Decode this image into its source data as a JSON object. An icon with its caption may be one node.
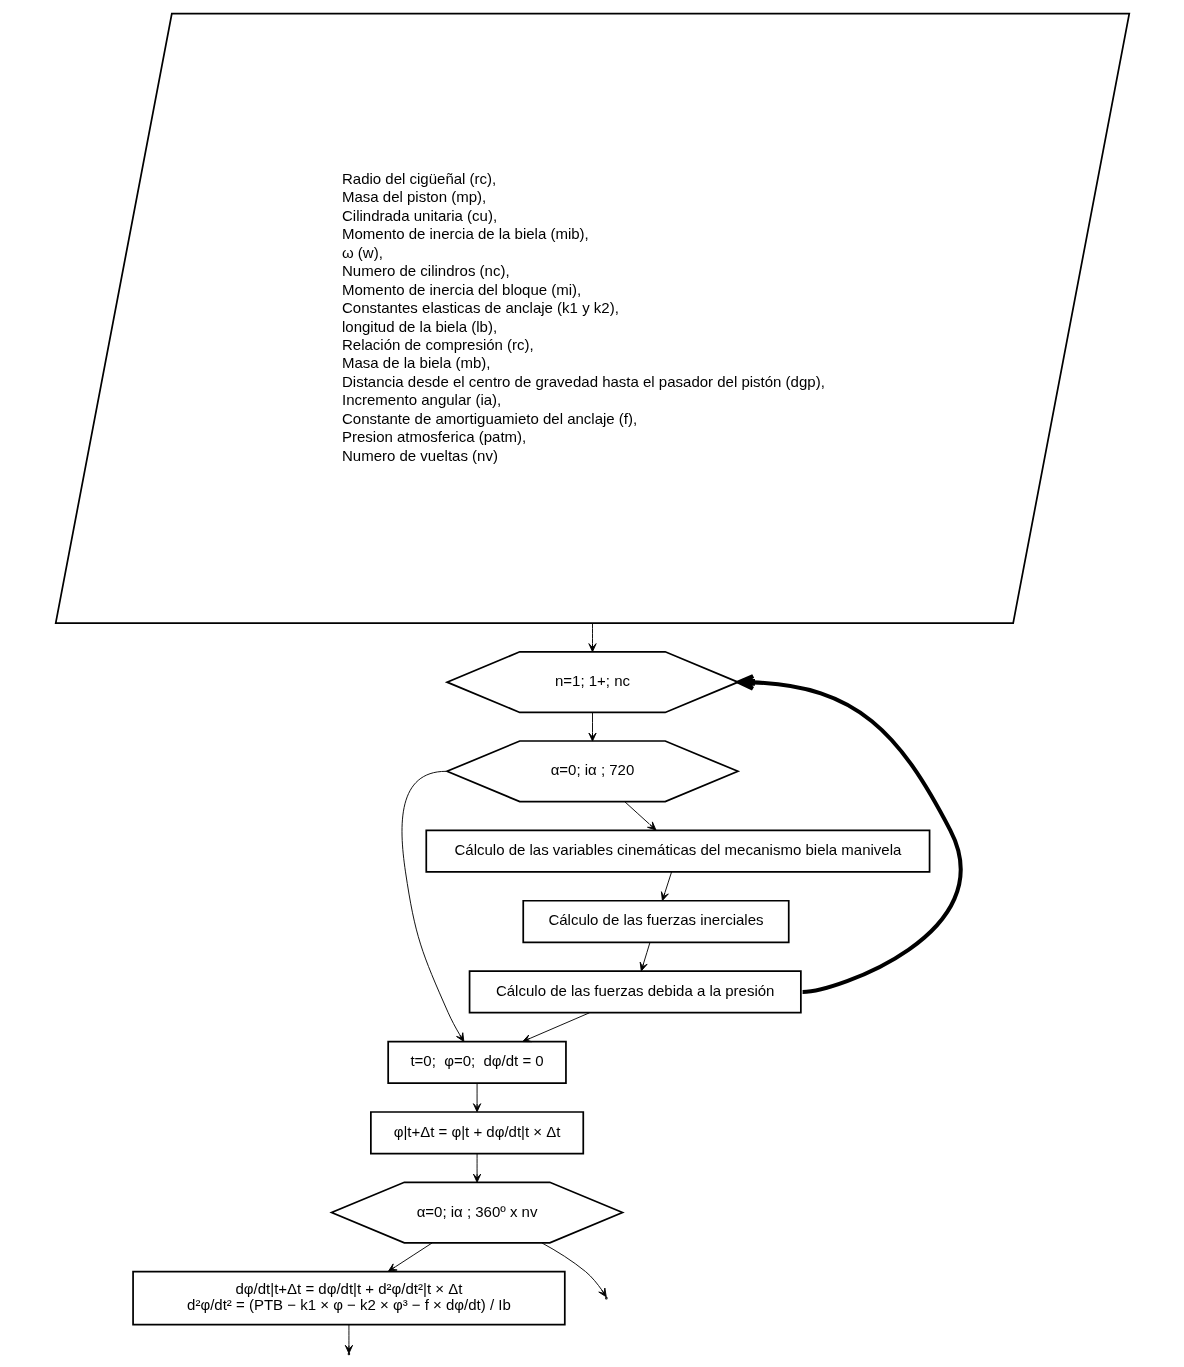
{
  "diagram": {
    "nodes": [
      {
        "text": [
          "Radio del cigüeñal (rc),",
          "Masa del piston (mp),",
          "Cilindrada unitaria (cu),",
          "Momento de inercia de la biela (mib),",
          "ω (w),",
          "Numero de cilindros (nc),",
          "Momento de inercia del bloque (mi),",
          "Constantes elasticas de anclaje (k1 y k2),",
          "longitud de la biela (lb),",
          "Relación de compresión (rc),",
          "Masa de la biela (mb),",
          "Distancia desde el centro de gravedad hasta el pasador del pistón (dgp),",
          "Incremento angular (ia),",
          "Constante de amortiguamieto del anclaje (f),",
          "Presion atmosferica (patm),",
          "Numero de vueltas (nv)"
        ]
      },
      {
        "text": [
          "n=1; 1+; nc"
        ]
      },
      {
        "text": [
          "α=0; iα ; 720"
        ]
      },
      {
        "text": [
          "Cálculo de las variables cinemáticas del mecanismo biela manivela"
        ]
      },
      {
        "text": [
          "Cálculo de las fuerzas inerciales"
        ]
      },
      {
        "text": [
          "Cálculo de las fuerzas debida a la presión"
        ]
      },
      {
        "text": [
          "t=0;  φ=0;  dφ/dt = 0"
        ]
      },
      {
        "text": [
          "φ|t+Δt = φ|t + dφ/dt|t × Δt"
        ]
      },
      {
        "text": [
          "α=0; iα ; 360º x nv"
        ]
      },
      {
        "text": [
          "dφ/dt|t+Δt = dφ/dt|t + d²φ/dt²|t × Δt",
          "d²φ/dt² = (PTB − k1 × φ − k2 × φ³ − f × dφ/dt) / Ib"
        ]
      }
    ],
    "edges": [
      {
        "from": 0,
        "to": 1,
        "arrow": "to"
      },
      {
        "from": 1,
        "to": 2,
        "arrow": "to"
      },
      {
        "from": 2,
        "to": 3,
        "arrow": "to"
      },
      {
        "from": 3,
        "to": 4,
        "arrow": "to"
      },
      {
        "from": 4,
        "to": 5,
        "arrow": "to"
      },
      {
        "from": 5,
        "to": 6,
        "arrow": "to"
      },
      {
        "from": 5,
        "to": 1,
        "arrow": "to",
        "style": "thick"
      },
      {
        "from": 2,
        "to": 6,
        "arrow": "to"
      },
      {
        "from": 6,
        "to": 7,
        "arrow": "to"
      },
      {
        "from": 7,
        "to": 8,
        "arrow": "to"
      },
      {
        "from": 8,
        "to": 9,
        "arrow": "to"
      },
      {
        "from": 9,
        "to": null,
        "arrow": "to"
      },
      {
        "from": 8,
        "to": null,
        "arrow": "to"
      }
    ]
  }
}
